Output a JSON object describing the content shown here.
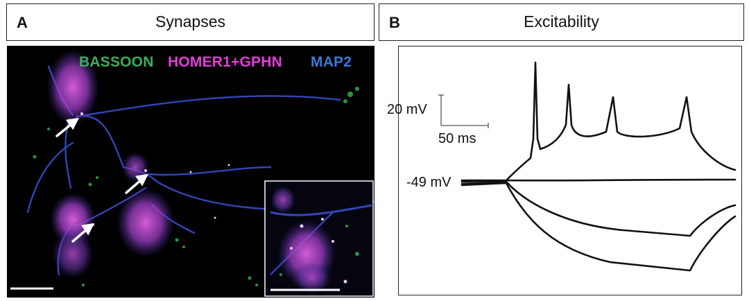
{
  "panel_a": {
    "letter": "A",
    "title": "Synapses",
    "stains": [
      {
        "name": "BASSOON",
        "color": "#3dae5a"
      },
      {
        "name": "HOMER1+GPHN",
        "color": "#e23fd6"
      },
      {
        "name": "MAP2",
        "color": "#3a7ad8"
      }
    ]
  },
  "panel_b": {
    "letter": "B",
    "title": "Excitability",
    "scale_bar_voltage": "20 mV",
    "scale_bar_time": "50 ms",
    "resting_potential": "-49 mV"
  },
  "colors": {
    "background": "#000000",
    "bassoon": "#3dae5a",
    "homer_gphn": "#e23fd6",
    "map2": "#3a7ad8",
    "trace": "#111111"
  }
}
